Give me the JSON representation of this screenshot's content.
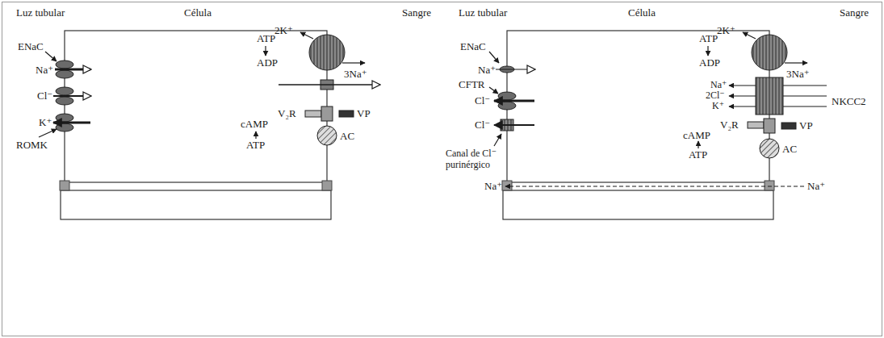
{
  "diagram": {
    "labels": [
      "Luz tubular",
      "Célula",
      "Sangre",
      "ENaC",
      "Na⁺",
      "Cl⁻",
      "K⁺",
      "ROMK",
      "ATP",
      "ADP",
      "2K⁺",
      "3Na⁺",
      "cAMP",
      "ATP",
      "V₂R",
      "VP",
      "AC",
      "Luz tubular",
      "Célula",
      "Sangre",
      "ENaC",
      "Na⁺",
      "CFTR",
      "Cl⁻",
      "Cl⁻",
      "Canal de Cl⁻ purinérgico",
      "Na⁺",
      "Na⁺",
      "ATP",
      "ADP",
      "2K⁺",
      "3Na⁺",
      "Na⁺",
      "2Cl⁻",
      "K⁺",
      "NKCC2",
      "cAMP",
      "ATP",
      "V₂R",
      "VP",
      "AC"
    ]
  }
}
